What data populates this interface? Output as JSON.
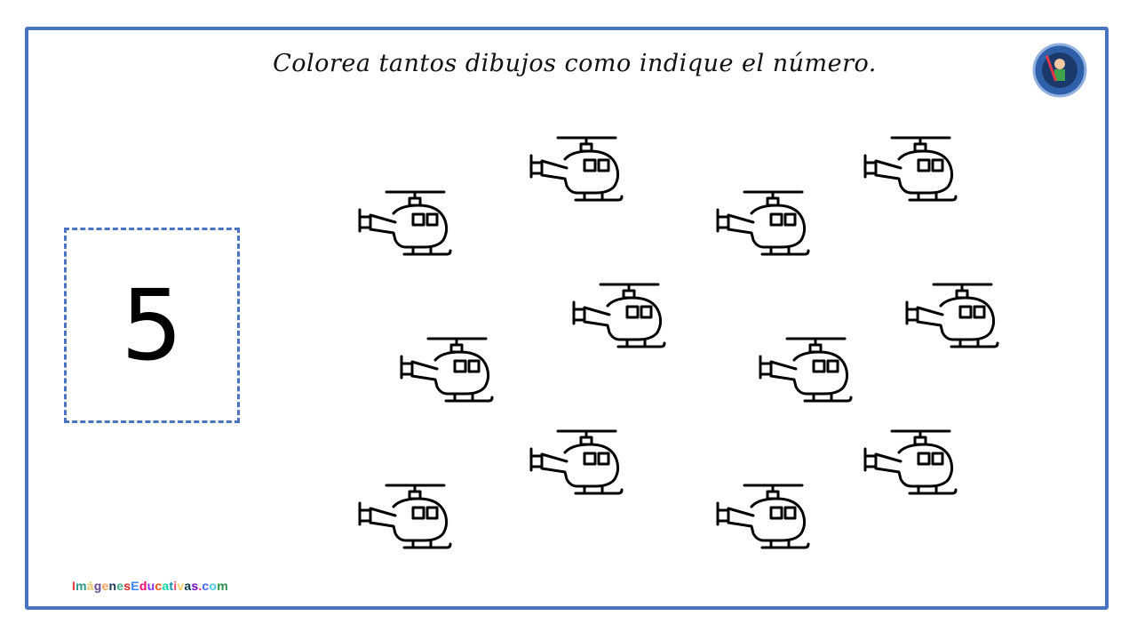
{
  "worksheet": {
    "instruction": "Colorea tantos dibujos como indique el número.",
    "target_number": "5",
    "item_icon": "helicopter-icon",
    "item_count": 12,
    "footer": {
      "text": "ImágenesEducativas.com",
      "colors": [
        "#e63946",
        "#2a9d8f",
        "#e9c46a",
        "#6a4c93",
        "#f4a261",
        "#1d3557",
        "#43aa8b",
        "#d62828",
        "#3a86ff",
        "#ff006e",
        "#8338ec",
        "#fb5607",
        "#06d6a0",
        "#118ab2",
        "#ef476f",
        "#ffd166",
        "#073b4c",
        "#7209b7",
        "#f72585",
        "#4361ee",
        "#4cc9f0",
        "#2b9348"
      ]
    },
    "accent_color": "#4a74bf"
  }
}
